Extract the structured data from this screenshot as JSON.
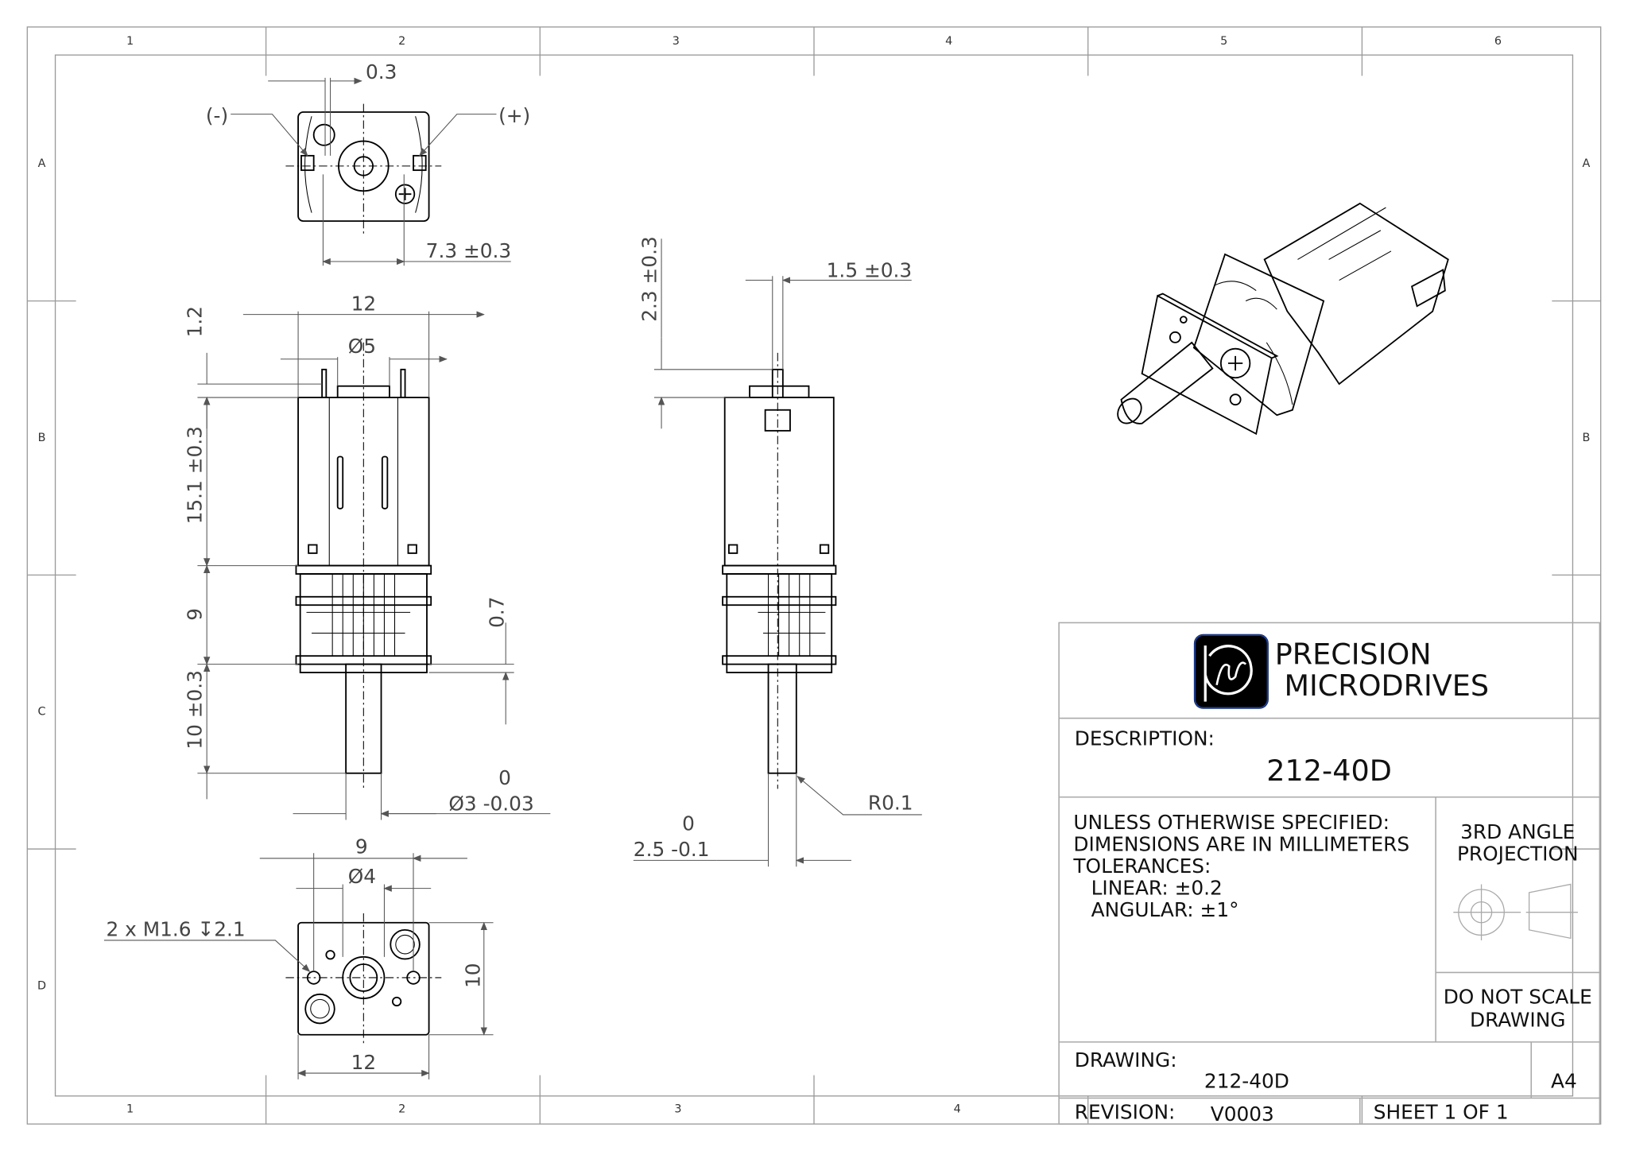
{
  "zones": {
    "columns": [
      "1",
      "2",
      "3",
      "4",
      "5",
      "6"
    ],
    "rows": [
      "A",
      "B",
      "C",
      "D"
    ]
  },
  "views": {
    "top": {
      "dim_pin_offset": "0.3",
      "neg_terminal": "(-)",
      "pos_terminal": "(+)",
      "dim_terminal_spacing": "7.3 ±0.3"
    },
    "front": {
      "dim_width": "12",
      "dim_boss_dia": "Ø5",
      "dim_terminal_height": "1.2",
      "dim_body_length": "15.1 ±0.3",
      "dim_gearbox_length": "9",
      "dim_plate": "0.7",
      "dim_shaft_length": "10 ±0.3",
      "dim_shaft_tol_upper": "0",
      "dim_shaft_dia": "Ø3 -0.03"
    },
    "bottom": {
      "dim_hole_spacing": "9",
      "dim_boss_dia": "Ø4",
      "dim_threads": "2 x M1.6 ↧2.1",
      "dim_height": "10",
      "dim_width": "12"
    },
    "side": {
      "dim_terminal_protrusion": "2.3 ±0.3",
      "dim_terminal_width": "1.5 ±0.3",
      "dim_radius": "R0.1",
      "dim_flat_tol_upper": "0",
      "dim_flat": "2.5 -0.1"
    }
  },
  "title_block": {
    "company_line1": "PRECISION",
    "company_line2": "MICRODRIVES",
    "description_label": "DESCRIPTION:",
    "description": "212-40D",
    "notes": [
      "UNLESS OTHERWISE SPECIFIED:",
      "DIMENSIONS ARE IN MILLIMETERS",
      "TOLERANCES:",
      "LINEAR: ±0.2",
      "ANGULAR: ±1°"
    ],
    "projection": [
      "3RD ANGLE",
      "PROJECTION"
    ],
    "do_not_scale": [
      "DO NOT SCALE",
      "DRAWING"
    ],
    "drawing_label": "DRAWING:",
    "drawing": "212-40D",
    "size": "A4",
    "revision_label": "REVISION:",
    "revision": "V0003",
    "sheet": "SHEET 1 OF 1"
  }
}
